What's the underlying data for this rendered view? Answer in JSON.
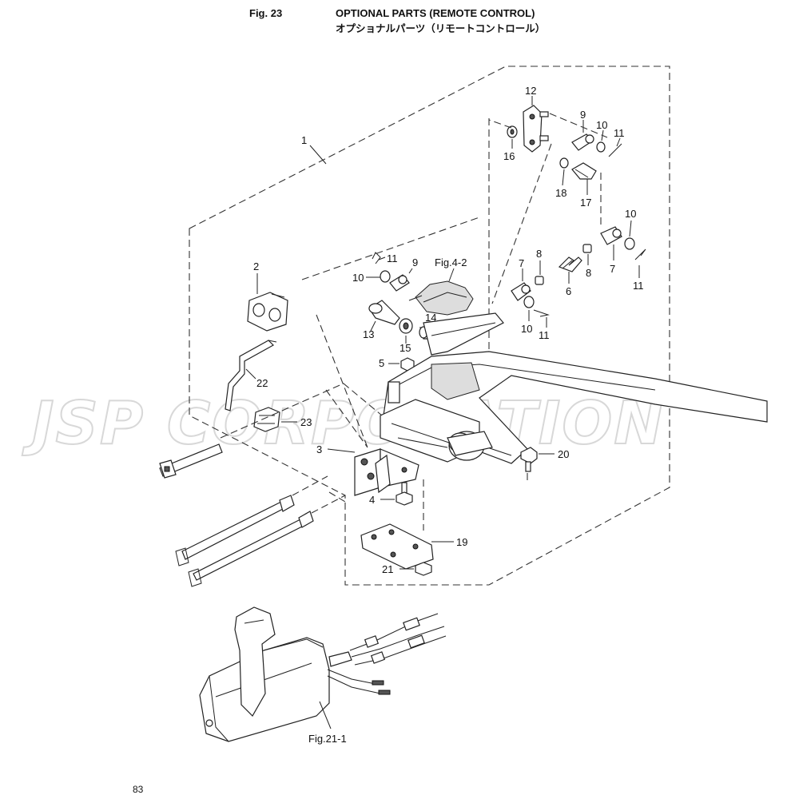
{
  "header": {
    "fig_no": "Fig. 23",
    "title_en": "OPTIONAL PARTS (REMOTE CONTROL)",
    "title_jp": "オプショナルパーツ（リモートコントロール）"
  },
  "page_number": "83",
  "watermark": "JSP CORPORATION",
  "callouts": {
    "c1": "1",
    "c2": "2",
    "c3": "3",
    "c4": "4",
    "c5": "5",
    "c6": "6",
    "c7a": "7",
    "c7b": "7",
    "c8a": "8",
    "c8b": "8",
    "c9a": "9",
    "c9b": "9",
    "c10a": "10",
    "c10b": "10",
    "c10c": "10",
    "c10d": "10",
    "c11a": "11",
    "c11b": "11",
    "c11c": "11",
    "c11d": "11",
    "c12": "12",
    "c13": "13",
    "c14": "14",
    "c15": "15",
    "c16": "16",
    "c17": "17",
    "c18": "18",
    "c19": "19",
    "c20": "20",
    "c21": "21",
    "c22": "22",
    "c23": "23",
    "ref_fig4_2": "Fig.4-2",
    "ref_fig21_1": "Fig.21-1"
  }
}
